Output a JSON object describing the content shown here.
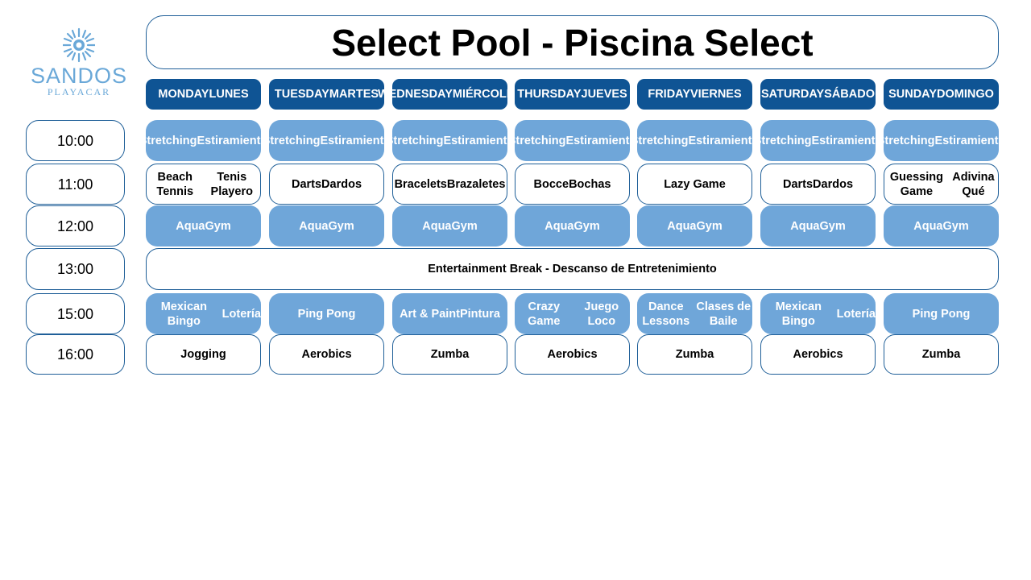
{
  "logo": {
    "brand": "SANDOS",
    "location": "PLAYACAR"
  },
  "title": "Select Pool - Piscina Select",
  "days": [
    {
      "en": "MONDAY",
      "es": "LUNES"
    },
    {
      "en": "TUESDAY",
      "es": "MARTES"
    },
    {
      "en": "WEDNESDAY",
      "es": "MIÉRCOLES"
    },
    {
      "en": "THURSDAY",
      "es": "JUEVES"
    },
    {
      "en": "FRIDAY",
      "es": "VIERNES"
    },
    {
      "en": "SATURDAY",
      "es": "SÁBADO"
    },
    {
      "en": "SUNDAY",
      "es": "DOMINGO"
    }
  ],
  "times": [
    "10:00",
    "11:00",
    "12:00",
    "13:00",
    "15:00",
    "16:00"
  ],
  "schedule": {
    "row_10": [
      {
        "en": "Stretching",
        "es": "Estiramiento"
      },
      {
        "en": "Stretching",
        "es": "Estiramiento"
      },
      {
        "en": "Stretching",
        "es": "Estiramiento"
      },
      {
        "en": "Stretching",
        "es": "Estiramiento"
      },
      {
        "en": "Stretching",
        "es": "Estiramiento"
      },
      {
        "en": "Stretching",
        "es": "Estiramiento"
      },
      {
        "en": "Stretching",
        "es": "Estiramiento"
      }
    ],
    "row_11": [
      {
        "en": "Beach Tennis",
        "es": "Tenis Playero"
      },
      {
        "en": "Darts",
        "es": "Dardos"
      },
      {
        "en": "Bracelets",
        "es": "Brazaletes"
      },
      {
        "en": "Bocce",
        "es": "Bochas"
      },
      {
        "en": "Lazy Game",
        "es": ""
      },
      {
        "en": "Darts",
        "es": "Dardos"
      },
      {
        "en": "Guessing Game",
        "es": "Adivina Qué"
      }
    ],
    "row_12": [
      {
        "en": "AquaGym",
        "es": ""
      },
      {
        "en": "AquaGym",
        "es": ""
      },
      {
        "en": "AquaGym",
        "es": ""
      },
      {
        "en": "AquaGym",
        "es": ""
      },
      {
        "en": "AquaGym",
        "es": ""
      },
      {
        "en": "AquaGym",
        "es": ""
      },
      {
        "en": "AquaGym",
        "es": ""
      }
    ],
    "row_13": "Entertainment Break - Descanso de Entretenimiento",
    "row_15": [
      {
        "en": "Mexican Bingo",
        "es": "Lotería"
      },
      {
        "en": "Ping Pong",
        "es": ""
      },
      {
        "en": "Art & Paint",
        "es": "Pintura"
      },
      {
        "en": "Crazy Game",
        "es": "Juego Loco"
      },
      {
        "en": "Dance Lessons",
        "es": "Clases de Baile"
      },
      {
        "en": "Mexican Bingo",
        "es": "Lotería"
      },
      {
        "en": "Ping Pong",
        "es": ""
      }
    ],
    "row_16": [
      {
        "en": "Jogging",
        "es": ""
      },
      {
        "en": "Aerobics",
        "es": ""
      },
      {
        "en": "Zumba",
        "es": ""
      },
      {
        "en": "Aerobics",
        "es": ""
      },
      {
        "en": "Zumba",
        "es": ""
      },
      {
        "en": "Aerobics",
        "es": ""
      },
      {
        "en": "Zumba",
        "es": ""
      }
    ]
  },
  "colors": {
    "day_header": "#0f5494",
    "filled_cell": "#6fa6d9",
    "outline": "#1f5f98",
    "logo": "#6aa8d8"
  }
}
